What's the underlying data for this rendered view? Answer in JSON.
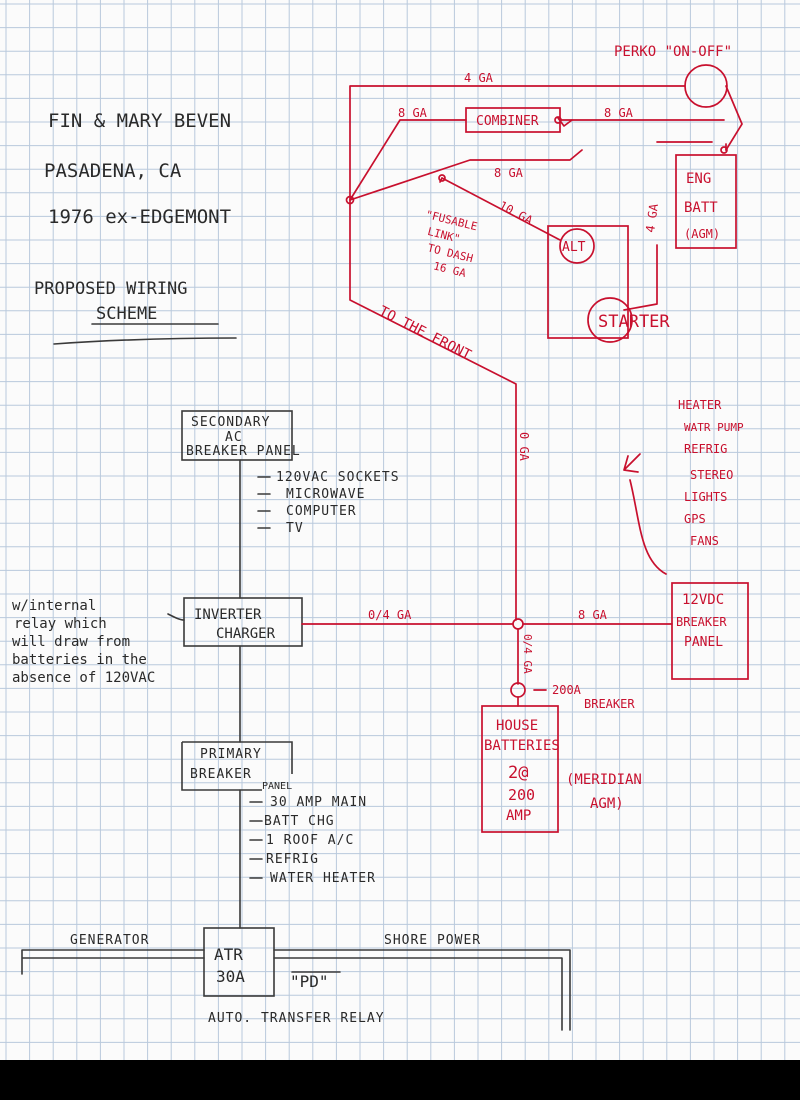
{
  "header": {
    "owner": "FIN & MARY BEVEN",
    "city": "PASADENA, CA",
    "vehicle": "1976 ex-EDGEMONT",
    "title_line1": "PROPOSED WIRING",
    "title_line2": "SCHEME"
  },
  "red_labels": {
    "perko": "PERKO \"ON-OFF\"",
    "combiner": "COMBINER",
    "eng_batt_1": "ENG",
    "eng_batt_2": "BATT",
    "eng_batt_3": "(AGM)",
    "alt": "ALT",
    "starter": "STARTER",
    "fusable_1": "\"FUSABLE",
    "fusable_2": "LINK\"",
    "fusable_3": "TO DASH",
    "fusable_4": "16 GA",
    "to_front": "TO THE FRONT",
    "ga_4_top": "4 GA",
    "ga_8_left": "8 GA",
    "ga_8_right": "8 GA",
    "ga_8_mid": "8 GA",
    "ga_10": "10 GA",
    "ga_4_eng": "4 GA",
    "ga_0_vert": "0 GA",
    "ga_04_horiz": "0/4 GA",
    "ga_8_panel": "8 GA",
    "ga_04_vert": "0/4 GA",
    "breaker_200a_1": "200A",
    "breaker_200a_2": "BREAKER",
    "house_1": "HOUSE",
    "house_2": "BATTERIES",
    "house_3": "2@",
    "house_4": "200",
    "house_5": "AMP",
    "meridian_1": "(MERIDIAN",
    "meridian_2": "AGM)",
    "dc_panel_1": "12VDC",
    "dc_panel_2": "BREAKER",
    "dc_panel_3": "PANEL",
    "dc_loads": [
      "HEATER",
      "WATR PUMP",
      "REFRIG",
      "STEREO",
      "LIGHTS",
      "GPS",
      "FANS"
    ]
  },
  "black_labels": {
    "secondary_1": "SECONDARY",
    "secondary_2": "AC",
    "secondary_3": "BREAKER PANEL",
    "secondary_loads": [
      "120VAC SOCKETS",
      "MICROWAVE",
      "COMPUTER",
      "TV"
    ],
    "inverter_1": "INVERTER",
    "inverter_2": "CHARGER",
    "relay_note": [
      "w/internal",
      "relay which",
      "will draw from",
      "batteries in the",
      "absence of 120VAC"
    ],
    "primary_1": "PRIMARY",
    "primary_2": "BREAKER",
    "primary_3": "PANEL",
    "primary_loads": [
      "30 AMP MAIN",
      "BATT CHG",
      "1 ROOF A/C",
      "REFRIG",
      "WATER HEATER"
    ],
    "generator": "GENERATOR",
    "shore_power": "SHORE POWER",
    "atr_1": "ATR",
    "atr_2": "30A",
    "pd": "\"PD\"",
    "atr_caption": "AUTO. TRANSFER RELAY"
  },
  "colors": {
    "red_ink": "#c8102e",
    "pencil": "#3a3a3a",
    "grid": "#b9c9dc",
    "paper": "#fbfbfb"
  }
}
